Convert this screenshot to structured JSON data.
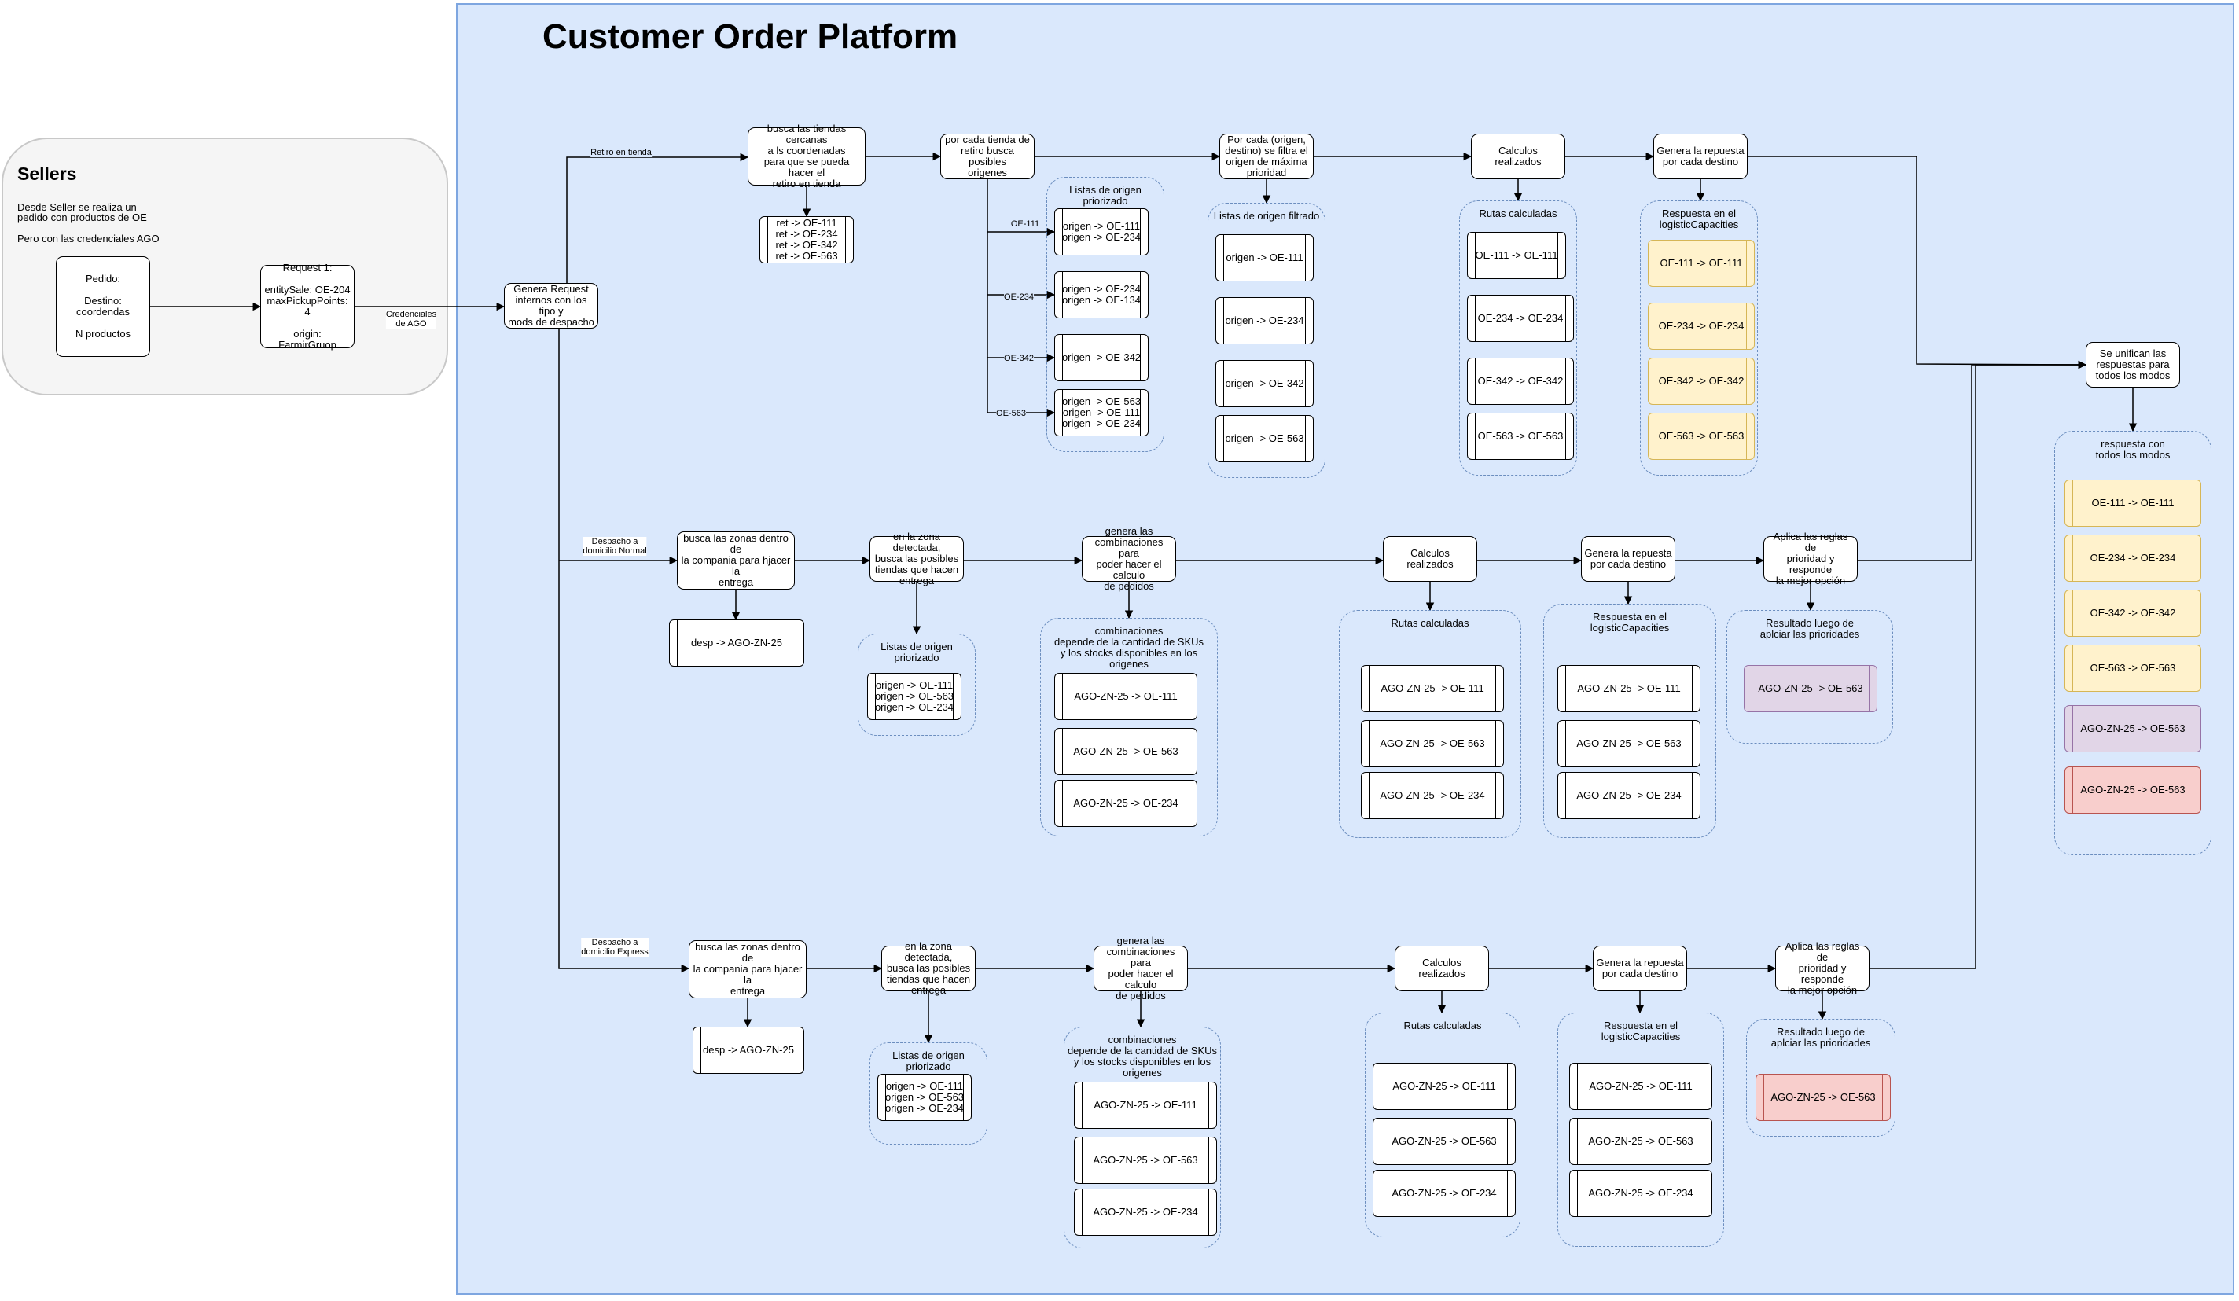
{
  "sellers": {
    "title": "Sellers",
    "desc_line1": "Desde Seller se realiza un",
    "desc_line2": "pedido con productos de OE",
    "desc_line3": "Pero con las credenciales AGO",
    "pedido": [
      "Pedido:",
      "",
      "Destino: coordendas",
      "",
      "N productos"
    ],
    "request": [
      "Request 1:",
      "",
      "entitySale: OE-204",
      "maxPickupPoints: 4",
      "",
      "origin: FarmirGruop"
    ],
    "cred_label": [
      "Credenciales",
      "de AGO"
    ]
  },
  "platform": {
    "title": "Customer Order Platform",
    "genera_request": [
      "Genera Request",
      "internos con los tipo y",
      "mods de despacho"
    ]
  },
  "retiro": {
    "label": "Retiro en tienda",
    "busca": [
      "busca las tiendas cercanas",
      "a ls coordenadas",
      "para que se pueda hacer el",
      "retiro en tienda"
    ],
    "ret_list": [
      "ret -> OE-111",
      "ret -> OE-234",
      "ret -> OE-342",
      "ret -> OE-563"
    ],
    "por_cada": [
      "por cada tienda de",
      "retiro busca posibles",
      "origenes"
    ],
    "listas_title": [
      "Listas de origen",
      "priorizado"
    ],
    "branch_labels": [
      "OE-111",
      "OE-234",
      "OE-342",
      "OE-563"
    ],
    "listas": [
      [
        "origen -> OE-111",
        "origen -> OE-234"
      ],
      [
        "origen -> OE-234",
        "origen -> OE-134"
      ],
      [
        "origen -> OE-342"
      ],
      [
        "origen -> OE-563",
        "origen -> OE-111",
        "origen -> OE-234"
      ]
    ],
    "filtra": [
      "Por cada (origen,",
      "destino) se filtra el",
      "origen de máxima",
      "prioridad"
    ],
    "filtrado_title": [
      "Listas de origen filtrado"
    ],
    "filtrado": [
      "origen -> OE-111",
      "origen -> OE-234",
      "origen -> OE-342",
      "origen -> OE-563"
    ],
    "calculos": [
      "Calculos realizados"
    ],
    "rutas_title": [
      "Rutas calculadas"
    ],
    "rutas": [
      "OE-111 -> OE-111",
      "OE-234 -> OE-234",
      "OE-342 -> OE-342",
      "OE-563 -> OE-563"
    ],
    "genera": [
      "Genera la repuesta",
      "por cada destino"
    ],
    "resp_title": [
      "Respuesta en el",
      "logisticCapacities"
    ],
    "resp": [
      "OE-111 -> OE-111",
      "OE-234 -> OE-234",
      "OE-342 -> OE-342",
      "OE-563 -> OE-563"
    ]
  },
  "normal": {
    "label": [
      "Despacho a",
      "domicilio Normal"
    ],
    "busca": [
      "busca las zonas dentro de",
      "la compania para hjacer la",
      "entrega"
    ],
    "desp": [
      "desp -> AGO-ZN-25"
    ],
    "zona": [
      "en la zona detectada,",
      "busca las posibles",
      "tiendas que hacen",
      "entrega"
    ],
    "listas_title": [
      "Listas de origen",
      "priorizado"
    ],
    "listas": [
      "origen -> OE-111",
      "origen -> OE-563",
      "origen -> OE-234"
    ],
    "combina": [
      "genera las",
      "combinaciones para",
      "poder hacer el calculo",
      "de pedidos"
    ],
    "comb_title": [
      "combinaciones",
      "depende de la cantidad de SKUs",
      "y los stocks disponibles en los",
      "origenes"
    ],
    "comb": [
      "AGO-ZN-25 -> OE-111",
      "AGO-ZN-25 -> OE-563",
      "AGO-ZN-25 -> OE-234"
    ],
    "calculos": [
      "Calculos realizados"
    ],
    "rutas_title": [
      "Rutas calculadas"
    ],
    "rutas": [
      "AGO-ZN-25 -> OE-111",
      "AGO-ZN-25 -> OE-563",
      "AGO-ZN-25 -> OE-234"
    ],
    "genera": [
      "Genera la repuesta",
      "por cada destino"
    ],
    "resp_title": [
      "Respuesta en el",
      "logisticCapacities"
    ],
    "resp": [
      "AGO-ZN-25 -> OE-111",
      "AGO-ZN-25 -> OE-563",
      "AGO-ZN-25 -> OE-234"
    ],
    "aplica": [
      "Aplica las reglas de",
      "prioridad y responde",
      "la mejor opción"
    ],
    "result_title": [
      "Resultado luego de",
      "aplciar las prioridades"
    ],
    "result": [
      "AGO-ZN-25 -> OE-563"
    ]
  },
  "express": {
    "label": [
      "Despacho a",
      "domicilio Express"
    ],
    "busca": [
      "busca las zonas dentro de",
      "la compania para hjacer la",
      "entrega"
    ],
    "desp": [
      "desp -> AGO-ZN-25"
    ],
    "zona": [
      "en la zona detectada,",
      "busca las posibles",
      "tiendas que hacen",
      "entrega"
    ],
    "listas_title": [
      "Listas de origen",
      "priorizado"
    ],
    "listas": [
      "origen -> OE-111",
      "origen -> OE-563",
      "origen -> OE-234"
    ],
    "combina": [
      "genera las",
      "combinaciones para",
      "poder hacer el calculo",
      "de pedidos"
    ],
    "comb_title": [
      "combinaciones",
      "depende de la cantidad de SKUs",
      "y los stocks disponibles en los",
      "origenes"
    ],
    "comb": [
      "AGO-ZN-25 -> OE-111",
      "AGO-ZN-25 -> OE-563",
      "AGO-ZN-25 -> OE-234"
    ],
    "calculos": [
      "Calculos realizados"
    ],
    "rutas_title": [
      "Rutas calculadas"
    ],
    "rutas": [
      "AGO-ZN-25 -> OE-111",
      "AGO-ZN-25 -> OE-563",
      "AGO-ZN-25 -> OE-234"
    ],
    "genera": [
      "Genera la repuesta",
      "por cada destino"
    ],
    "resp_title": [
      "Respuesta en el",
      "logisticCapacities"
    ],
    "resp": [
      "AGO-ZN-25 -> OE-111",
      "AGO-ZN-25 -> OE-563",
      "AGO-ZN-25 -> OE-234"
    ],
    "aplica": [
      "Aplica las reglas de",
      "prioridad y responde",
      "la mejor opción"
    ],
    "result_title": [
      "Resultado luego de",
      "aplciar las prioridades"
    ],
    "result": [
      "AGO-ZN-25 -> OE-563"
    ]
  },
  "final": {
    "unifica": [
      "Se unifican las",
      "respuestas para",
      "todos los modos"
    ],
    "title": [
      "respuesta con",
      "todos los modos"
    ],
    "items": [
      "OE-111 -> OE-111",
      "OE-234 -> OE-234",
      "OE-342 -> OE-342",
      "OE-563 -> OE-563",
      "AGO-ZN-25 -> OE-563",
      "AGO-ZN-25 -> OE-563"
    ]
  },
  "colors": {
    "platform_fill": "#dae8fc",
    "platform_stroke": "#7ea6e0",
    "sellers_fill": "#f5f5f5",
    "group_stroke": "#6c8ebf",
    "yellow_fill": "#fff2cc",
    "yellow_stroke": "#d6b656",
    "purple_fill": "#e1d5e7",
    "purple_stroke": "#9673a6",
    "red_fill": "#f8cecc",
    "red_stroke": "#b85450"
  }
}
